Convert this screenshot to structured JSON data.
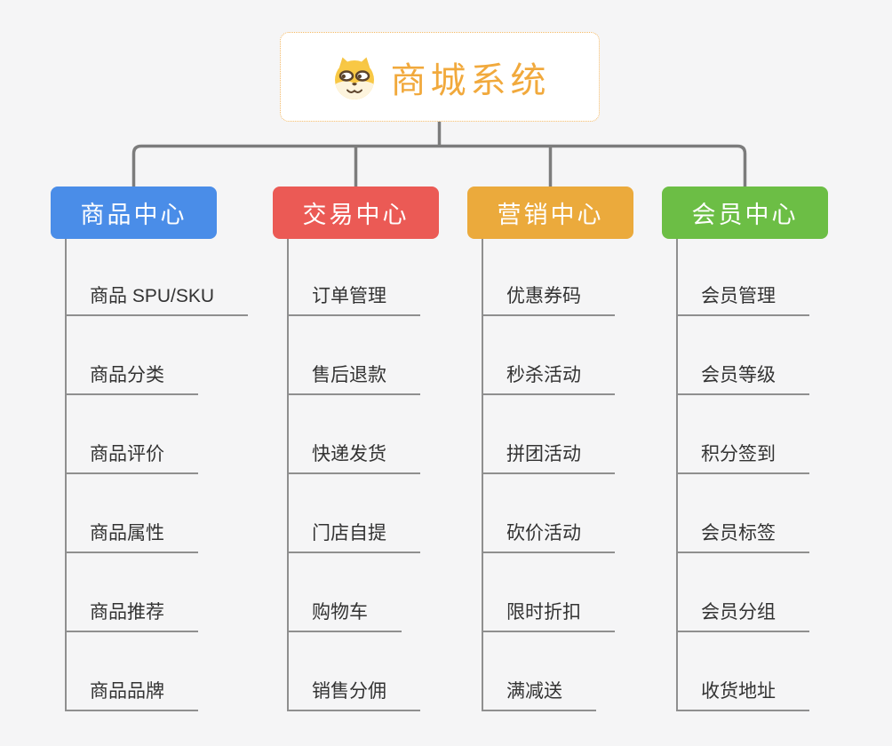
{
  "root": {
    "label": "商城系统",
    "icon": "dog-face-icon"
  },
  "branches": [
    {
      "id": "product-center",
      "label": "商品中心",
      "color": "#4a8de8",
      "children": [
        "商品 SPU/SKU",
        "商品分类",
        "商品评价",
        "商品属性",
        "商品推荐",
        "商品品牌"
      ]
    },
    {
      "id": "trade-center",
      "label": "交易中心",
      "color": "#eb5a55",
      "children": [
        "订单管理",
        "售后退款",
        "快递发货",
        "门店自提",
        "购物车",
        "销售分佣"
      ]
    },
    {
      "id": "marketing-center",
      "label": "营销中心",
      "color": "#ebaa3c",
      "children": [
        "优惠券码",
        "秒杀活动",
        "拼团活动",
        "砍价活动",
        "限时折扣",
        "满减送"
      ]
    },
    {
      "id": "member-center",
      "label": "会员中心",
      "color": "#6cbe45",
      "children": [
        "会员管理",
        "会员等级",
        "积分签到",
        "会员标签",
        "会员分组",
        "收货地址"
      ]
    }
  ],
  "colors": {
    "background": "#f5f5f6",
    "root_accent": "#f1a93c",
    "root_border": "#f3b863",
    "connector_gray": "#7c7c7c",
    "leaf_line_gray": "#8f8f8f",
    "leaf_text": "#333333"
  }
}
